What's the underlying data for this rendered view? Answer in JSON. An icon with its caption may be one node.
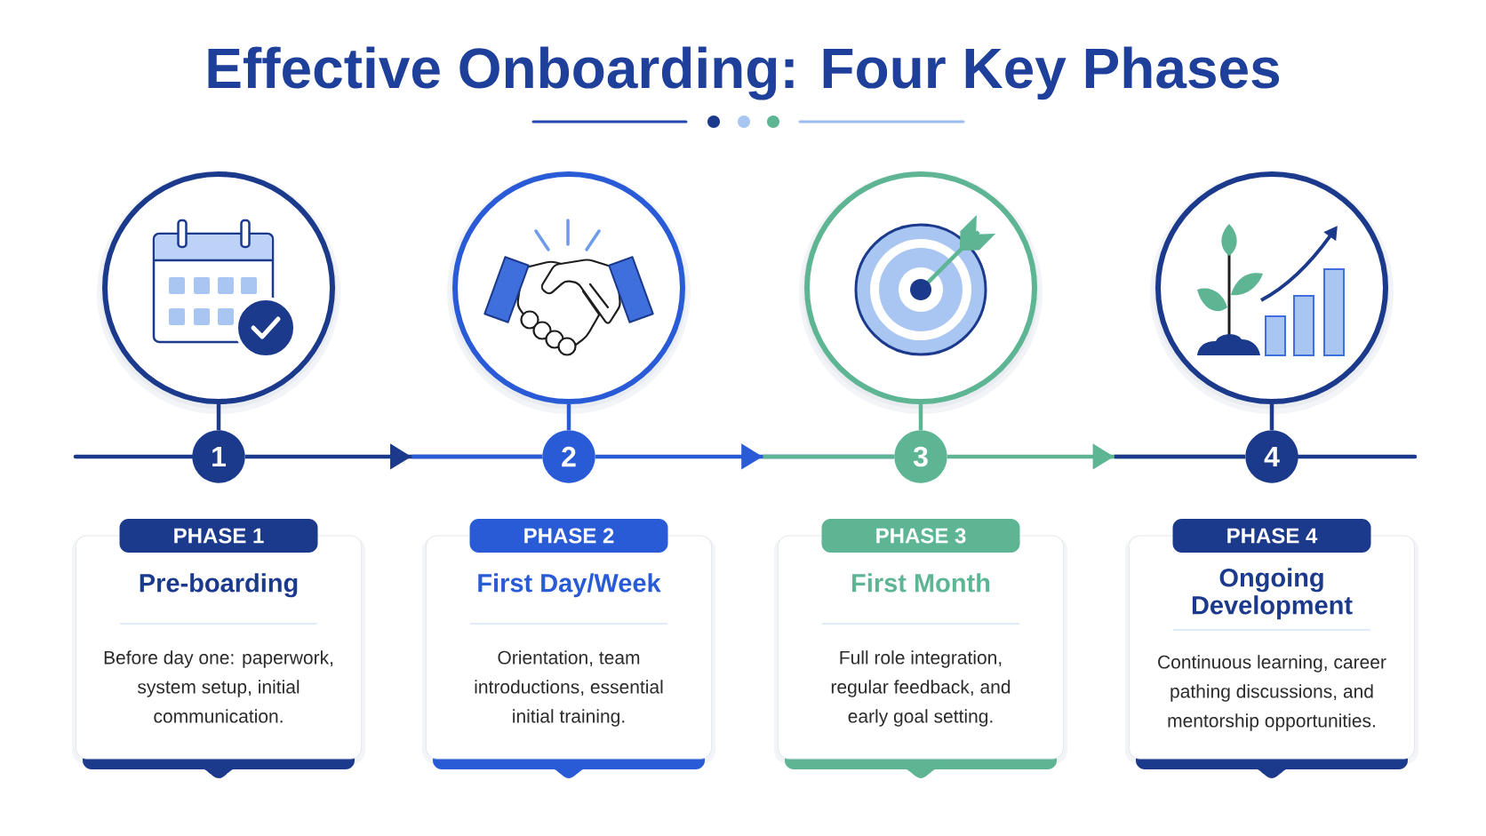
{
  "diagram": {
    "title": "Effective Onboarding: Four Key Phases",
    "nodes": [
      {
        "text": [],
        "shape": "circle"
      },
      {
        "text": [],
        "shape": "circle"
      },
      {
        "text": [],
        "shape": "circle"
      },
      {
        "text": [],
        "shape": "circle"
      },
      {
        "text": [
          "1"
        ]
      },
      {
        "text": [
          "2"
        ]
      },
      {
        "text": [
          "3"
        ]
      },
      {
        "text": [
          "4"
        ]
      },
      {
        "text": [
          "PHASE 1"
        ]
      },
      {
        "text": [
          "PHASE 2"
        ]
      },
      {
        "text": [
          "PHASE 3"
        ]
      },
      {
        "text": [
          "PHASE 4"
        ]
      },
      {
        "text": [
          "Pre-boarding",
          "Before day one: paperwork, system setup, initial communication."
        ]
      },
      {
        "text": [
          "First Day/Week",
          "Orientation, team introductions, essential initial training."
        ]
      },
      {
        "text": [
          "First Month",
          "Full role integration, regular feedback, and early goal setting."
        ]
      },
      {
        "text": [
          "Ongoing Development",
          "Continuous learning, career pathing discussions, and mentorship opportunities."
        ]
      }
    ],
    "edges": [
      {
        "from": 0,
        "to": 4,
        "arrow": "none"
      },
      {
        "from": 1,
        "to": 5,
        "arrow": "none",
        "color": "#2a5bd7"
      },
      {
        "from": 2,
        "to": 6,
        "arrow": "none",
        "color": "#5db594"
      },
      {
        "from": 3,
        "to": 7,
        "arrow": "none"
      },
      {
        "from": null,
        "to": 4,
        "arrow": "none"
      },
      {
        "from": 4,
        "to": 5,
        "arrow": "to"
      },
      {
        "from": 5,
        "to": 6,
        "arrow": "to",
        "color": "#2a5bd7"
      },
      {
        "from": 6,
        "to": 7,
        "arrow": "to",
        "color": "#5db594"
      },
      {
        "from": 7,
        "to": null,
        "arrow": "none"
      }
    ]
  }
}
